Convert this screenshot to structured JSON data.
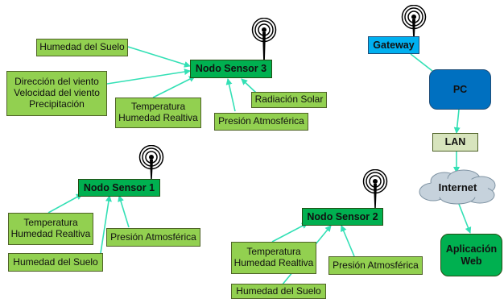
{
  "node3": {
    "title": "Nodo Sensor 3",
    "soil": "Humedad del Suelo",
    "wind": "Dirección del viento\nVelocidad del viento\nPrecipitación",
    "temp": "Temperatura\nHumedad Realtiva",
    "solar": "Radiación Solar",
    "pressure": "Presión Atmosférica"
  },
  "node1": {
    "title": "Nodo Sensor  1",
    "temp": "Temperatura\nHumedad Realtiva",
    "pressure": "Presión Atmosférica",
    "soil": "Humedad del Suelo"
  },
  "node2": {
    "title": "Nodo Sensor  2",
    "temp": "Temperatura\nHumedad Realtiva",
    "pressure": "Presión Atmosférica",
    "soil": "Humedad del Suelo"
  },
  "network": {
    "gateway": "Gateway",
    "pc": "PC",
    "lan": "LAN",
    "internet": "Internet",
    "app": "Aplicación\nWeb"
  },
  "colors": {
    "connector": "#33e0b5",
    "sensor_box": "#92d050",
    "node_box": "#00b050",
    "gateway": "#00b0f0",
    "pc": "#0070c0",
    "lan": "#d7e4bd",
    "cloud": "#c6d2dc",
    "antenna": "#000000"
  }
}
